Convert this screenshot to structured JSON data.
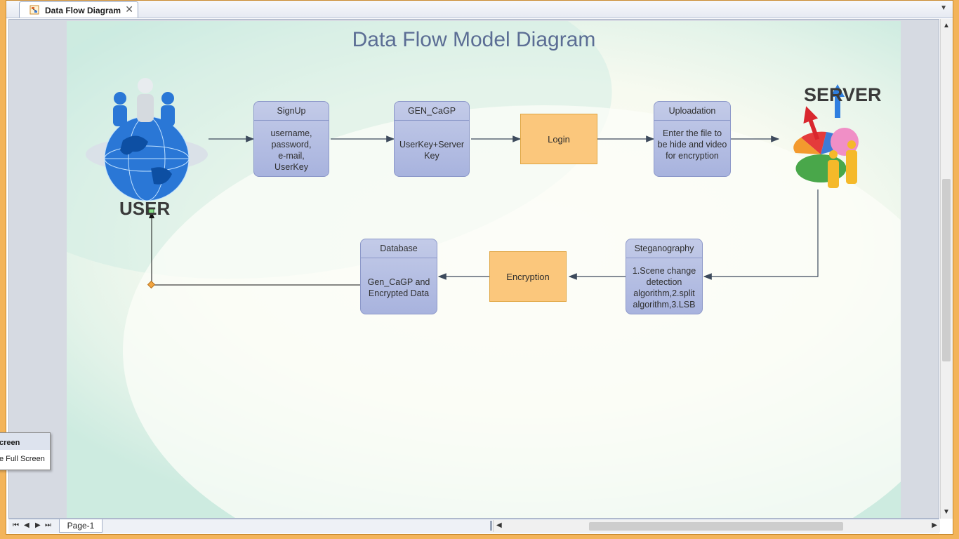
{
  "window": {
    "tab_title": "Data Flow Diagram",
    "tab_close": "✕",
    "tab_dropdown": "▼"
  },
  "diagram": {
    "title": "Data Flow Model Diagram",
    "user_label": "USER",
    "server_label": "SERVER",
    "nodes": {
      "signup": {
        "head": "SignUp",
        "lines": [
          "username,",
          "password,",
          "e-mail,",
          "UserKey"
        ]
      },
      "gen_cagp": {
        "head": "GEN_CaGP",
        "lines": [
          "UserKey+Server",
          "Key"
        ]
      },
      "login": {
        "label": "Login"
      },
      "uploadation": {
        "head": "Uploadation",
        "lines": [
          "Enter the file to",
          "be hide and video",
          "for encryption"
        ]
      },
      "steganography": {
        "head": "Steganography",
        "lines": [
          "1.Scene change",
          "detection",
          "algorithm,2.split",
          "algorithm,3.LSB"
        ]
      },
      "encryption": {
        "label": "Encryption"
      },
      "database": {
        "head": "Database",
        "lines": [
          "Gen_CaGP and",
          "Encrypted Data"
        ]
      }
    },
    "colors": {
      "entity_fill": "#b4bde3",
      "process_fill": "#fbc77c",
      "title_color": "#5b6d94",
      "connector": "#3d4a5c"
    }
  },
  "bottom": {
    "page_tab": "Page-1",
    "nav_first": "⏮",
    "nav_prev": "◀",
    "nav_next": "▶",
    "nav_last": "⏭"
  },
  "context_menu": {
    "header": "creen",
    "item": "e Full Screen"
  }
}
